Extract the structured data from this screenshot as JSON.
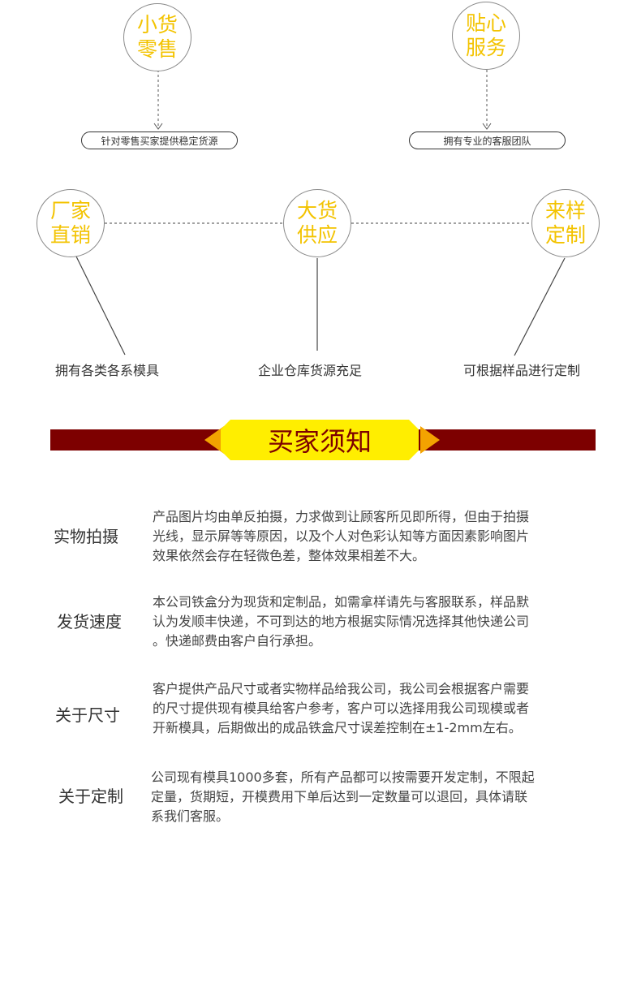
{
  "top_services": [
    {
      "circle_line1": "小货",
      "circle_line2": "零售",
      "pill": "针对零售买家提供稳定货源"
    },
    {
      "circle_line1": "贴心",
      "circle_line2": "服务",
      "pill": "拥有专业的客服团队"
    }
  ],
  "middle_services": [
    {
      "circle_line1": "厂家",
      "circle_line2": "直销",
      "caption": "拥有各类各系模具"
    },
    {
      "circle_line1": "大货",
      "circle_line2": "供应",
      "caption": "企业仓库货源充足"
    },
    {
      "circle_line1": "来样",
      "circle_line2": "定制",
      "caption": "可根据样品进行定制"
    }
  ],
  "banner": {
    "title": "买家须知"
  },
  "notices": [
    {
      "title": "实物拍摄",
      "lines": [
        "产品图片均由单反拍摄，力求做到让顾客所见即所得，但由于拍摄",
        "光线，显示屏等等原因，以及个人对色彩认知等方面因素影响图片",
        "效果依然会存在轻微色差，整体效果相差不大。"
      ]
    },
    {
      "title": "发货速度",
      "lines": [
        "本公司铁盒分为现货和定制品，如需拿样请先与客服联系，样品默",
        "认为发顺丰快递，不可到达的地方根据实际情况选择其他快递公司",
        "。快递邮费由客户自行承担。"
      ]
    },
    {
      "title": "关于尺寸",
      "lines": [
        "客户提供产品尺寸或者实物样品给我公司，我公司会根据客户需要",
        "的尺寸提供现有模具给客户参考，客户可以选择用我公司现模或者",
        "开新模具，后期做出的成品铁盒尺寸误差控制在±1-2mm左右。"
      ]
    },
    {
      "title": "关于定制",
      "lines": [
        "公司现有模具1000多套，所有产品都可以按需要开发定制，不限起",
        "定量，货期短，开模费用下单后达到一定数量可以退回，具体请联",
        "系我们客服。"
      ]
    }
  ],
  "colors": {
    "accent_yellow": "#f3c300",
    "banner_red": "#7d0000",
    "banner_yellow": "#ffee00"
  }
}
